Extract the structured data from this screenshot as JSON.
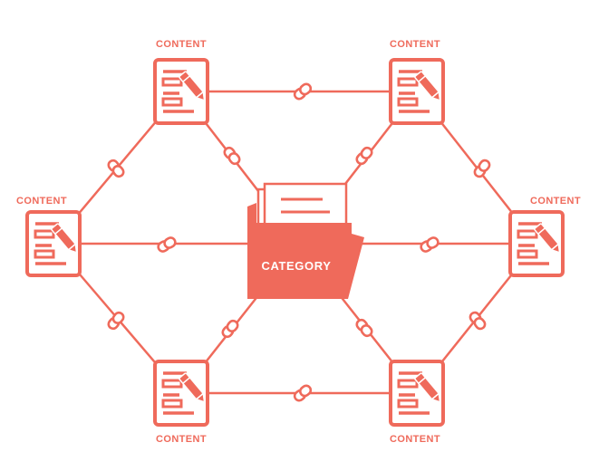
{
  "colors": {
    "accent": "#ef6a5b",
    "background": "#ffffff",
    "on_accent": "#ffffff"
  },
  "category": {
    "label": "CATEGORY",
    "icon": "folder-icon"
  },
  "content_nodes": [
    {
      "id": "top-left",
      "label": "CONTENT",
      "icon": "document-pencil-icon"
    },
    {
      "id": "top-right",
      "label": "CONTENT",
      "icon": "document-pencil-icon"
    },
    {
      "id": "middle-left",
      "label": "CONTENT",
      "icon": "document-pencil-icon"
    },
    {
      "id": "middle-right",
      "label": "CONTENT",
      "icon": "document-pencil-icon"
    },
    {
      "id": "bottom-left",
      "label": "CONTENT",
      "icon": "document-pencil-icon"
    },
    {
      "id": "bottom-right",
      "label": "CONTENT",
      "icon": "document-pencil-icon"
    }
  ],
  "link_icon": "chain-link-icon"
}
